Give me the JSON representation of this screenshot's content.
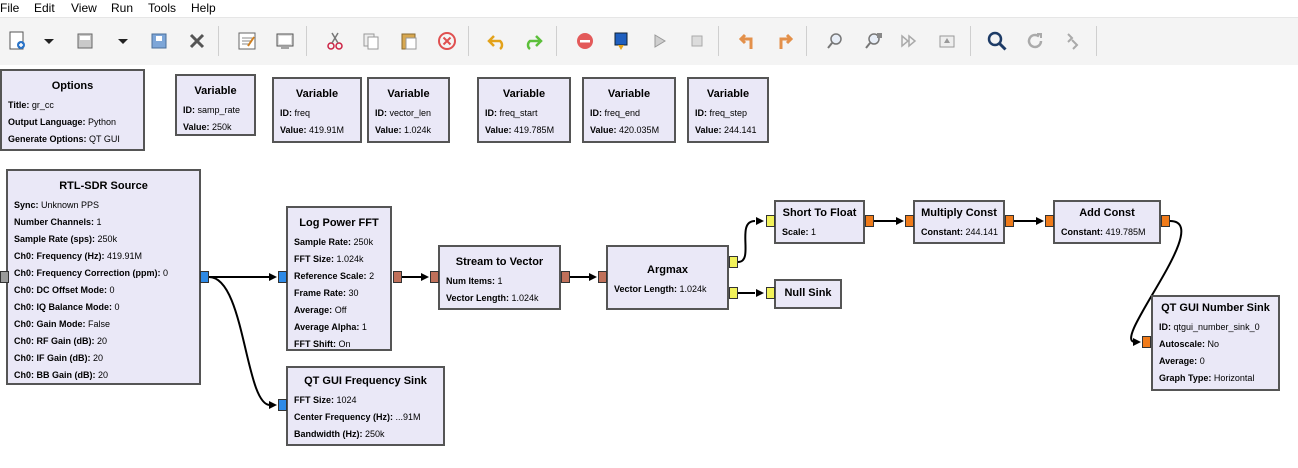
{
  "menu": [
    "File",
    "Edit",
    "View",
    "Run",
    "Tools",
    "Help"
  ],
  "toolbar": [
    "new-icon",
    "dropdown-icon",
    "open-icon",
    "dropdown-icon",
    "save-icon",
    "close-icon",
    "edit-icon",
    "screen-icon",
    "cut-icon",
    "copy-icon",
    "paste-icon",
    "delete-icon",
    "undo-icon",
    "redo-icon",
    "stop-icon",
    "flowgraph-icon",
    "run-icon",
    "kill-icon",
    "rotate-ccw-icon",
    "rotate-cw-icon",
    "find-block-icon",
    "zoom-in-icon",
    "more-icon",
    "raise-icon",
    "search-icon",
    "reload-icon",
    "bypass-icon"
  ],
  "blocks": {
    "options": {
      "title": "Options",
      "params": [
        {
          "k": "Title:",
          "v": "gr_cc"
        },
        {
          "k": "Output Language:",
          "v": "Python"
        },
        {
          "k": "Generate Options:",
          "v": "QT GUI"
        }
      ]
    },
    "var_samp_rate": {
      "title": "Variable",
      "params": [
        {
          "k": "ID:",
          "v": "samp_rate"
        },
        {
          "k": "Value:",
          "v": "250k"
        }
      ]
    },
    "var_freq": {
      "title": "Variable",
      "params": [
        {
          "k": "ID:",
          "v": "freq"
        },
        {
          "k": "Value:",
          "v": "419.91M"
        }
      ]
    },
    "var_vector_len": {
      "title": "Variable",
      "params": [
        {
          "k": "ID:",
          "v": "vector_len"
        },
        {
          "k": "Value:",
          "v": "1.024k"
        }
      ]
    },
    "var_freq_start": {
      "title": "Variable",
      "params": [
        {
          "k": "ID:",
          "v": "freq_start"
        },
        {
          "k": "Value:",
          "v": "419.785M"
        }
      ]
    },
    "var_freq_end": {
      "title": "Variable",
      "params": [
        {
          "k": "ID:",
          "v": "freq_end"
        },
        {
          "k": "Value:",
          "v": "420.035M"
        }
      ]
    },
    "var_freq_step": {
      "title": "Variable",
      "params": [
        {
          "k": "ID:",
          "v": "freq_step"
        },
        {
          "k": "Value:",
          "v": "244.141"
        }
      ]
    },
    "rtl_sdr": {
      "title": "RTL-SDR Source",
      "params": [
        {
          "k": "Sync:",
          "v": "Unknown PPS"
        },
        {
          "k": "Number Channels:",
          "v": "1"
        },
        {
          "k": "Sample Rate (sps):",
          "v": "250k"
        },
        {
          "k": "Ch0: Frequency (Hz):",
          "v": "419.91M"
        },
        {
          "k": "Ch0: Frequency Correction (ppm):",
          "v": "0"
        },
        {
          "k": "Ch0: DC Offset Mode:",
          "v": "0"
        },
        {
          "k": "Ch0: IQ Balance Mode:",
          "v": "0"
        },
        {
          "k": "Ch0: Gain Mode:",
          "v": "False"
        },
        {
          "k": "Ch0: RF Gain (dB):",
          "v": "20"
        },
        {
          "k": "Ch0: IF Gain (dB):",
          "v": "20"
        },
        {
          "k": "Ch0: BB Gain (dB):",
          "v": "20"
        }
      ]
    },
    "log_power_fft": {
      "title": "Log Power FFT",
      "params": [
        {
          "k": "Sample Rate:",
          "v": "250k"
        },
        {
          "k": "FFT Size:",
          "v": "1.024k"
        },
        {
          "k": "Reference Scale:",
          "v": "2"
        },
        {
          "k": "Frame Rate:",
          "v": "30"
        },
        {
          "k": "Average:",
          "v": "Off"
        },
        {
          "k": "Average Alpha:",
          "v": "1"
        },
        {
          "k": "FFT Shift:",
          "v": "On"
        }
      ]
    },
    "stream_to_vector": {
      "title": "Stream to Vector",
      "params": [
        {
          "k": "Num Items:",
          "v": "1"
        },
        {
          "k": "Vector Length:",
          "v": "1.024k"
        }
      ]
    },
    "argmax": {
      "title": "Argmax",
      "params": [
        {
          "k": "Vector Length:",
          "v": "1.024k"
        }
      ]
    },
    "short_to_float": {
      "title": "Short To Float",
      "params": [
        {
          "k": "Scale:",
          "v": "1"
        }
      ]
    },
    "null_sink": {
      "title": "Null Sink",
      "params": []
    },
    "multiply_const": {
      "title": "Multiply Const",
      "params": [
        {
          "k": "Constant:",
          "v": "244.141"
        }
      ]
    },
    "add_const": {
      "title": "Add Const",
      "params": [
        {
          "k": "Constant:",
          "v": "419.785M"
        }
      ]
    },
    "qt_freq_sink": {
      "title": "QT GUI Frequency Sink",
      "params": [
        {
          "k": "FFT Size:",
          "v": "1024"
        },
        {
          "k": "Center Frequency (Hz):",
          "v": "...91M"
        },
        {
          "k": "Bandwidth (Hz):",
          "v": "250k"
        }
      ]
    },
    "qt_number_sink": {
      "title": "QT GUI Number Sink",
      "params": [
        {
          "k": "ID:",
          "v": "qtgui_number_sink_0"
        },
        {
          "k": "Autoscale:",
          "v": "No"
        },
        {
          "k": "Average:",
          "v": "0"
        },
        {
          "k": "Graph Type:",
          "v": "Horizontal"
        }
      ]
    }
  },
  "colors": {
    "block_bg": "#eae8f7",
    "complex": "#2e8ae6",
    "vector": "#c0705a",
    "short": "#f2f25a",
    "float": "#f07b1a"
  }
}
